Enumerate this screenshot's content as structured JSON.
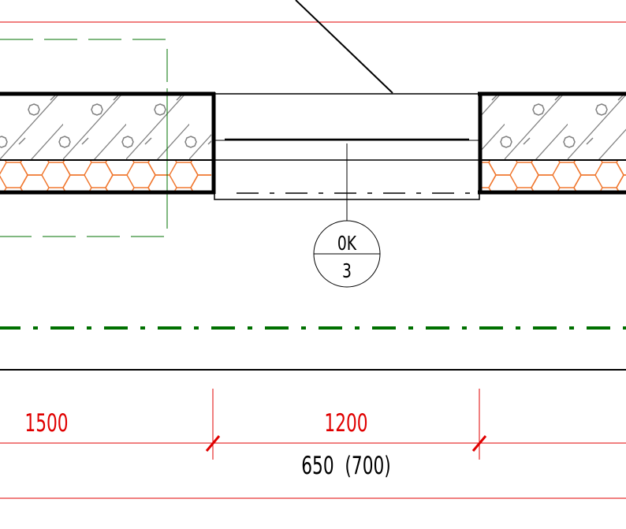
{
  "colors": {
    "wall_outline": "#000000",
    "concrete_hatch": "#808080",
    "insulation_hatch": "#f07830",
    "axis_line": "#007000",
    "dimension": "#e00000",
    "annotation": "#000000"
  },
  "tag": {
    "top": "0K",
    "bottom": "3"
  },
  "dimensions": {
    "left_segment": "1500",
    "opening_segment": "1200",
    "opening_note": "650  (700)"
  }
}
